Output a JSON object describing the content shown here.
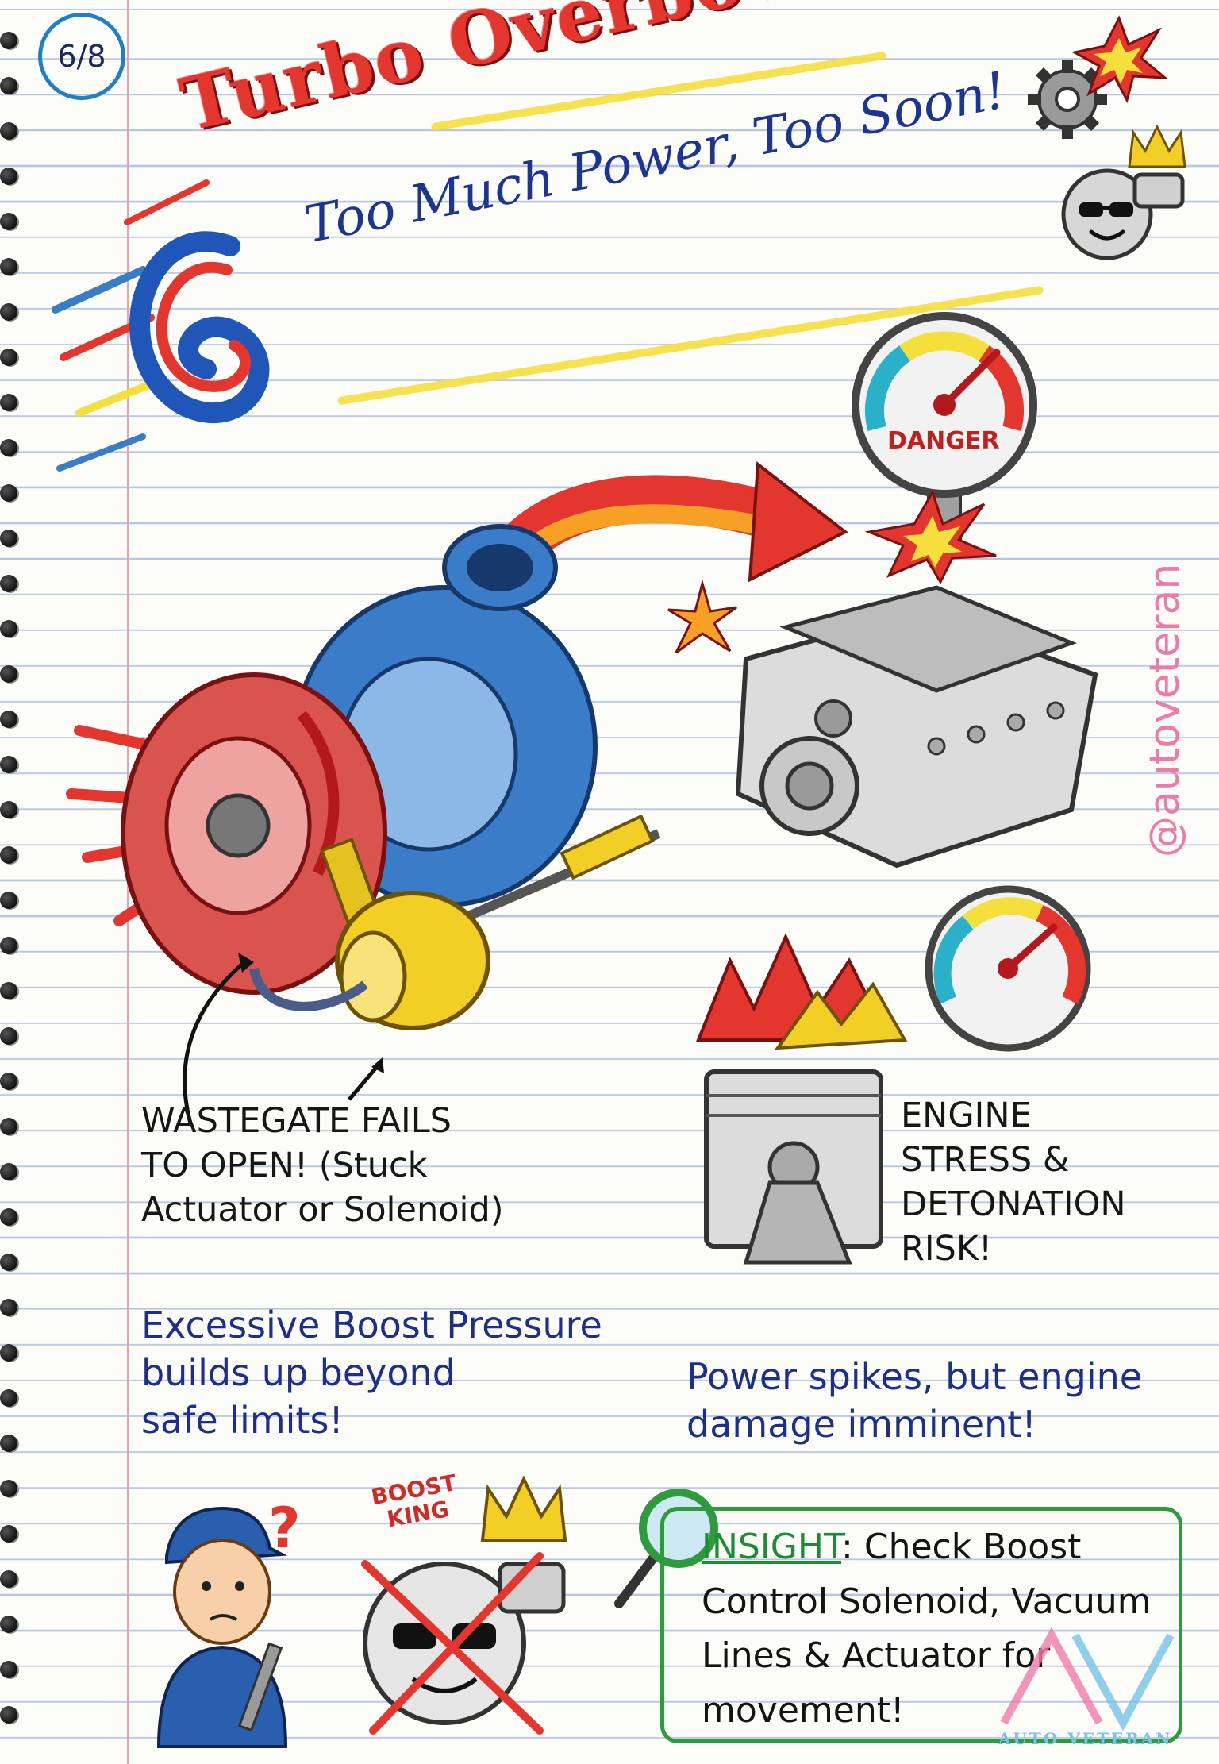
{
  "page_number": "6/8",
  "title": {
    "main": "Turbo Overboosting:",
    "subtitle": "Too Much Power, Too Soon!"
  },
  "gauge": {
    "label": "DANGER"
  },
  "notes": {
    "wastegate": "WASTEGATE FAILS\nTO OPEN! (Stuck\nActuator or Solenoid)",
    "engine_stress": "ENGINE\nSTRESS &\nDETONATION\nRISK!",
    "boost_pressure": "Excessive Boost Pressure\nbuilds up beyond\nsafe limits!",
    "power_spikes": "Power spikes, but engine\ndamage imminent!"
  },
  "boost_king": {
    "label": "BOOST\nKING"
  },
  "insight": {
    "label": "INSIGHT",
    "text": ": Check Boost Control Solenoid, Vacuum Lines & Actuator for movement!"
  },
  "handle": "@autoveteran",
  "watermark": "AUTO VETERAN",
  "colors": {
    "title_red": "#e2362f",
    "title_blue": "#1c3592",
    "highlight_yellow": "#f5df3d",
    "insight_green": "#2f9a3e",
    "handle_pink": "#f07aa7",
    "turbo_red": "#d9534f",
    "turbo_blue": "#3a7cc8",
    "actuator_yellow": "#f2cf25"
  },
  "icons": [
    "spiral-icon",
    "gear-icon",
    "explosion-icon",
    "crown-icon",
    "turbo-face-icon",
    "pressure-gauge-icon",
    "turbocharger-illustration",
    "engine-block-illustration",
    "piston-illustration",
    "mechanic-icon",
    "magnifier-icon",
    "question-mark-icon"
  ]
}
